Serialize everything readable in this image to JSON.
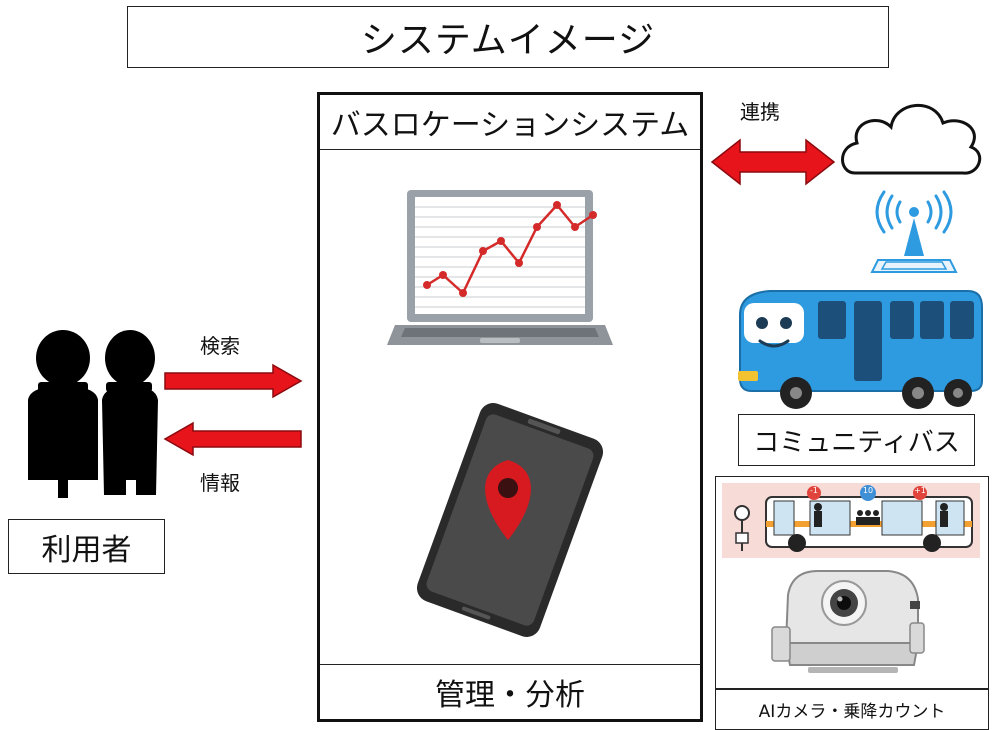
{
  "title": "システムイメージ",
  "system": {
    "header": "バスロケーションシステム",
    "footer": "管理・分析"
  },
  "users": {
    "label": "利用者"
  },
  "arrows": {
    "search": "検索",
    "info": "情報",
    "link": "連携"
  },
  "bus": {
    "label": "コミュニティバス"
  },
  "camera": {
    "label": "AIカメラ・乗降カウント",
    "badges": [
      "-1",
      "10",
      "+1"
    ]
  },
  "colors": {
    "arrow_red": "#e8141c",
    "bus_blue": "#2e9be0",
    "chart_red": "#d42a2a",
    "phone_dark": "#3a3a3a",
    "pin_red": "#d71920"
  }
}
